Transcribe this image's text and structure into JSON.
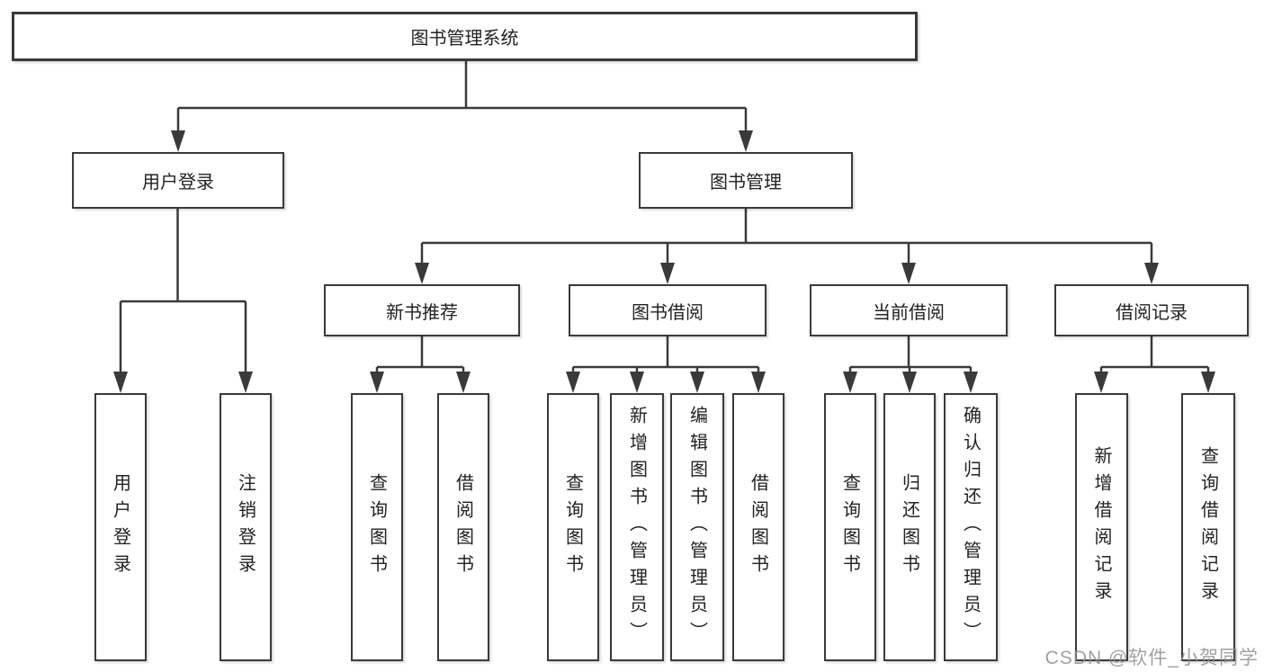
{
  "diagram": {
    "tree": {
      "label": "图书管理系统",
      "children": [
        {
          "label": "用户登录",
          "children": [
            {
              "label": "用户登录"
            },
            {
              "label": "注销登录"
            }
          ]
        },
        {
          "label": "图书管理",
          "children": [
            {
              "label": "新书推荐",
              "children": [
                {
                  "label": "查询图书"
                },
                {
                  "label": "借阅图书"
                }
              ]
            },
            {
              "label": "图书借阅",
              "children": [
                {
                  "label": "查询图书"
                },
                {
                  "label": "新增图书（管理员）"
                },
                {
                  "label": "编辑图书（管理员）"
                },
                {
                  "label": "借阅图书"
                }
              ]
            },
            {
              "label": "当前借阅",
              "children": [
                {
                  "label": "查询图书"
                },
                {
                  "label": "归还图书"
                },
                {
                  "label": "确认归还（管理员）"
                }
              ]
            },
            {
              "label": "借阅记录",
              "children": [
                {
                  "label": "新增借阅记录"
                },
                {
                  "label": "查询借阅记录"
                }
              ]
            }
          ]
        }
      ]
    },
    "watermark": "CSDN @软件_小贺同学",
    "colors": {
      "line": "#3a3a3a",
      "box_border": "#3a3a3a",
      "text": "#222222",
      "background": "#ffffff",
      "watermark": "#919191"
    }
  }
}
